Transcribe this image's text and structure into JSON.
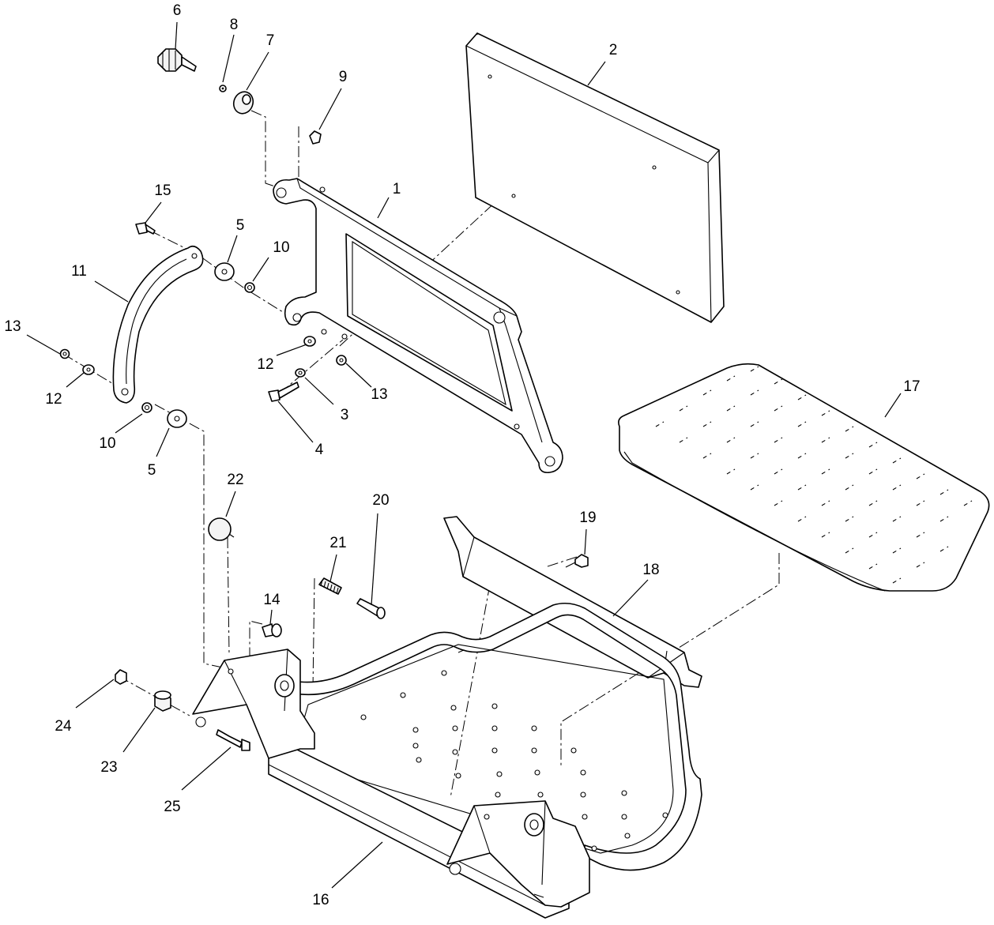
{
  "diagram": {
    "callouts": [
      "1",
      "2",
      "3",
      "4",
      "5",
      "5",
      "6",
      "7",
      "8",
      "9",
      "10",
      "10",
      "11",
      "12",
      "12",
      "13",
      "13",
      "14",
      "15",
      "16",
      "17",
      "18",
      "19",
      "20",
      "21",
      "22",
      "23",
      "24",
      "25"
    ]
  }
}
